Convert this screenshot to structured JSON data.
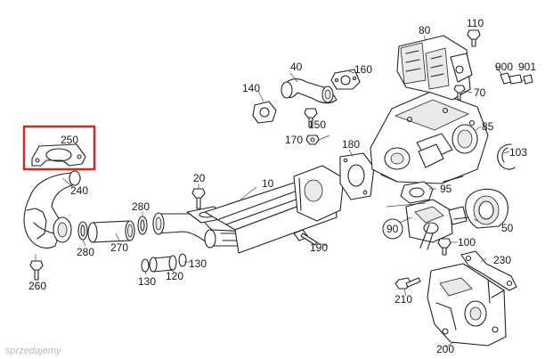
{
  "diagram": {
    "highlighted_part": "250",
    "highlight_color": "#cc2b2b",
    "line_color": "#222222",
    "labels": {
      "p10": "10",
      "p20": "20",
      "p40": "40",
      "p50": "50",
      "p70": "70",
      "p80": "80",
      "p85": "85",
      "p90": "90",
      "p95": "95",
      "p100": "100",
      "p103": "103",
      "p110": "110",
      "p120": "120",
      "p130a": "130",
      "p130b": "130",
      "p140": "140",
      "p150": "150",
      "p160": "160",
      "p170": "170",
      "p180": "180",
      "p190": "190",
      "p200": "200",
      "p210": "210",
      "p230": "230",
      "p240": "240",
      "p250": "250",
      "p260": "260",
      "p270": "270",
      "p280a": "280",
      "p280b": "280",
      "p900": "900",
      "p901": "901"
    }
  },
  "watermark": {
    "text": "sprzedajemy"
  }
}
